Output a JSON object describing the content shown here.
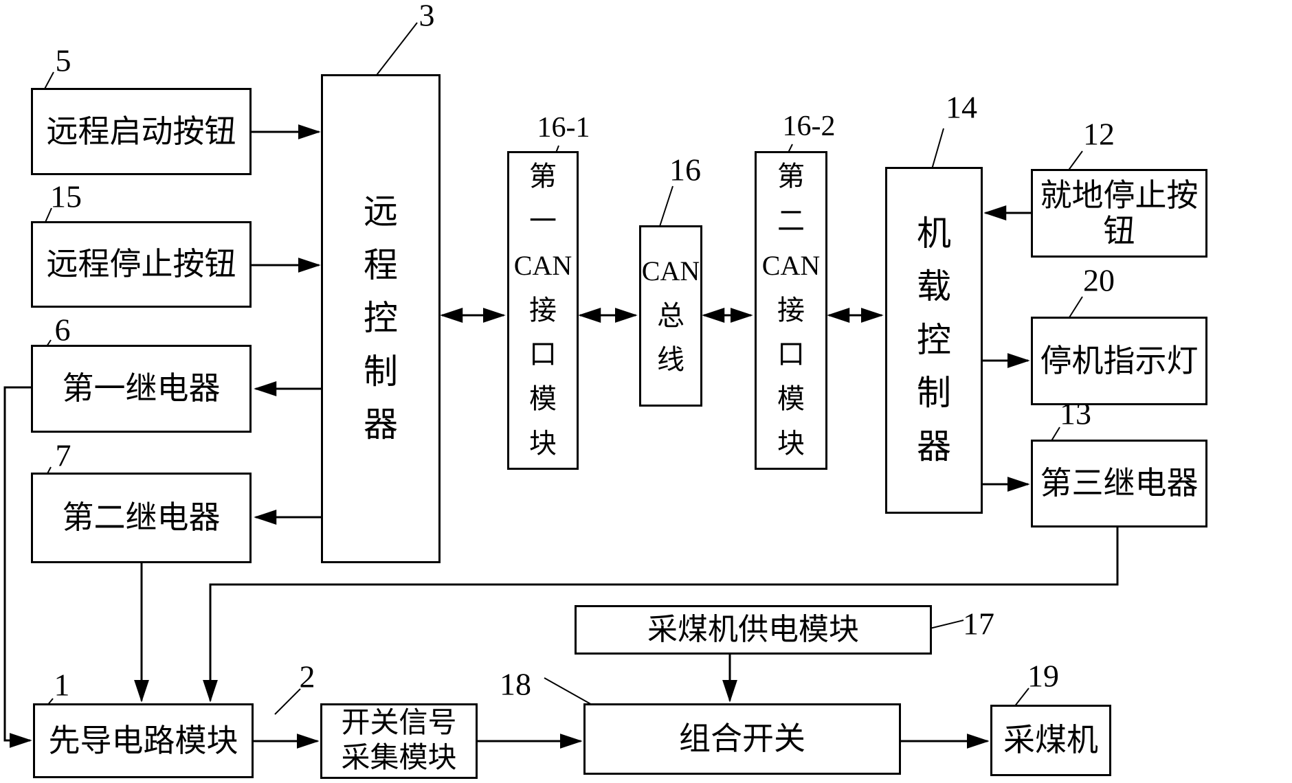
{
  "figure": {
    "type": "block-diagram",
    "description": "Patent-style control block diagram of a coal shearer remote-control system",
    "colors": {
      "line": "#000000",
      "background": "#ffffff"
    },
    "blocks": [
      {
        "id": "remote-start-button",
        "ref": "5",
        "label": "远程启动按钮",
        "orientation": "horizontal"
      },
      {
        "id": "remote-stop-button",
        "ref": "15",
        "label": "远程停止按钮",
        "orientation": "horizontal"
      },
      {
        "id": "first-relay",
        "ref": "6",
        "label": "第一继电器",
        "orientation": "horizontal"
      },
      {
        "id": "second-relay",
        "ref": "7",
        "label": "第二继电器",
        "orientation": "horizontal"
      },
      {
        "id": "remote-controller",
        "ref": "3",
        "label": "远程控制器",
        "orientation": "vertical"
      },
      {
        "id": "first-can-interface-module",
        "ref": "16-1",
        "label": "第一CAN接口模块",
        "orientation": "vertical"
      },
      {
        "id": "can-bus",
        "ref": "16",
        "label": "CAN总线",
        "orientation": "vertical"
      },
      {
        "id": "second-can-interface-module",
        "ref": "16-2",
        "label": "第二CAN接口模块",
        "orientation": "vertical"
      },
      {
        "id": "onboard-controller",
        "ref": "14",
        "label": "机载控制器",
        "orientation": "vertical"
      },
      {
        "id": "local-stop-button",
        "ref": "12",
        "label": "就地停止按钮",
        "orientation": "horizontal"
      },
      {
        "id": "stop-indicator-light",
        "ref": "20",
        "label": "停机指示灯",
        "orientation": "horizontal"
      },
      {
        "id": "third-relay",
        "ref": "13",
        "label": "第三继电器",
        "orientation": "horizontal"
      },
      {
        "id": "shearer-power-supply-module",
        "ref": "17",
        "label": "采煤机供电模块",
        "orientation": "horizontal"
      },
      {
        "id": "combination-switch",
        "ref": "18",
        "label": "组合开关",
        "orientation": "horizontal"
      },
      {
        "id": "coal-shearer",
        "ref": "19",
        "label": "采煤机",
        "orientation": "horizontal"
      },
      {
        "id": "pilot-circuit-module",
        "ref": "1",
        "label": "先导电路模块",
        "orientation": "horizontal"
      },
      {
        "id": "switch-signal-acquisition-module",
        "ref": "2",
        "label": "开关信号采集模块",
        "orientation": "horizontal"
      }
    ],
    "connections": [
      {
        "from": "远程启动按钮",
        "to": "远程控制器",
        "type": "arrow"
      },
      {
        "from": "远程停止按钮",
        "to": "远程控制器",
        "type": "arrow"
      },
      {
        "from": "远程控制器",
        "to": "第一继电器",
        "type": "arrow"
      },
      {
        "from": "远程控制器",
        "to": "第二继电器",
        "type": "arrow"
      },
      {
        "from": "远程控制器",
        "to": "第一CAN接口模块",
        "type": "bidirectional-arrow"
      },
      {
        "from": "第一CAN接口模块",
        "to": "CAN总线",
        "type": "bidirectional-arrow"
      },
      {
        "from": "CAN总线",
        "to": "第二CAN接口模块",
        "type": "bidirectional-arrow"
      },
      {
        "from": "第二CAN接口模块",
        "to": "机载控制器",
        "type": "bidirectional-arrow"
      },
      {
        "from": "就地停止按钮",
        "to": "机载控制器",
        "type": "arrow"
      },
      {
        "from": "机载控制器",
        "to": "停机指示灯",
        "type": "arrow"
      },
      {
        "from": "机载控制器",
        "to": "第三继电器",
        "type": "arrow"
      },
      {
        "from": "第三继电器",
        "to": "先导电路模块",
        "type": "arrow"
      },
      {
        "from": "第二继电器",
        "to": "先导电路模块",
        "type": "arrow"
      },
      {
        "from": "第一继电器",
        "to": "先导电路模块",
        "type": "arrow"
      },
      {
        "from": "先导电路模块",
        "to": "开关信号采集模块",
        "type": "arrow"
      },
      {
        "from": "开关信号采集模块",
        "to": "组合开关",
        "type": "arrow"
      },
      {
        "from": "采煤机供电模块",
        "to": "组合开关",
        "type": "arrow"
      },
      {
        "from": "组合开关",
        "to": "采煤机",
        "type": "arrow"
      }
    ]
  }
}
